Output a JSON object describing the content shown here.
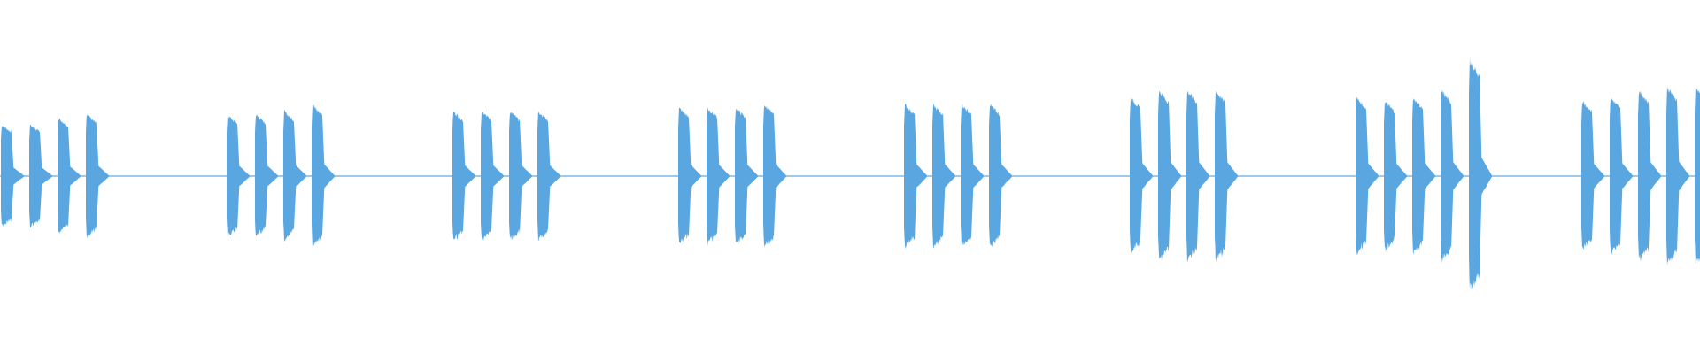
{
  "waveform": {
    "color": "#5aa6e0",
    "background": "#ffffff",
    "groups": [
      {
        "amplitudes": [
          0.15,
          0.15,
          0.17,
          0.18
        ]
      },
      {
        "amplitudes": [
          0.18,
          0.18,
          0.19,
          0.21
        ]
      },
      {
        "amplitudes": [
          0.19,
          0.19,
          0.19,
          0.19
        ]
      },
      {
        "amplitudes": [
          0.2,
          0.2,
          0.2,
          0.21
        ]
      },
      {
        "amplitudes": [
          0.21,
          0.21,
          0.21,
          0.21
        ]
      },
      {
        "amplitudes": [
          0.23,
          0.25,
          0.25,
          0.25
        ]
      },
      {
        "amplitudes": [
          0.23,
          0.22,
          0.23,
          0.25,
          0.34
        ]
      },
      {
        "amplitudes": [
          0.22,
          0.23,
          0.25,
          0.26,
          0.26
        ]
      }
    ]
  }
}
